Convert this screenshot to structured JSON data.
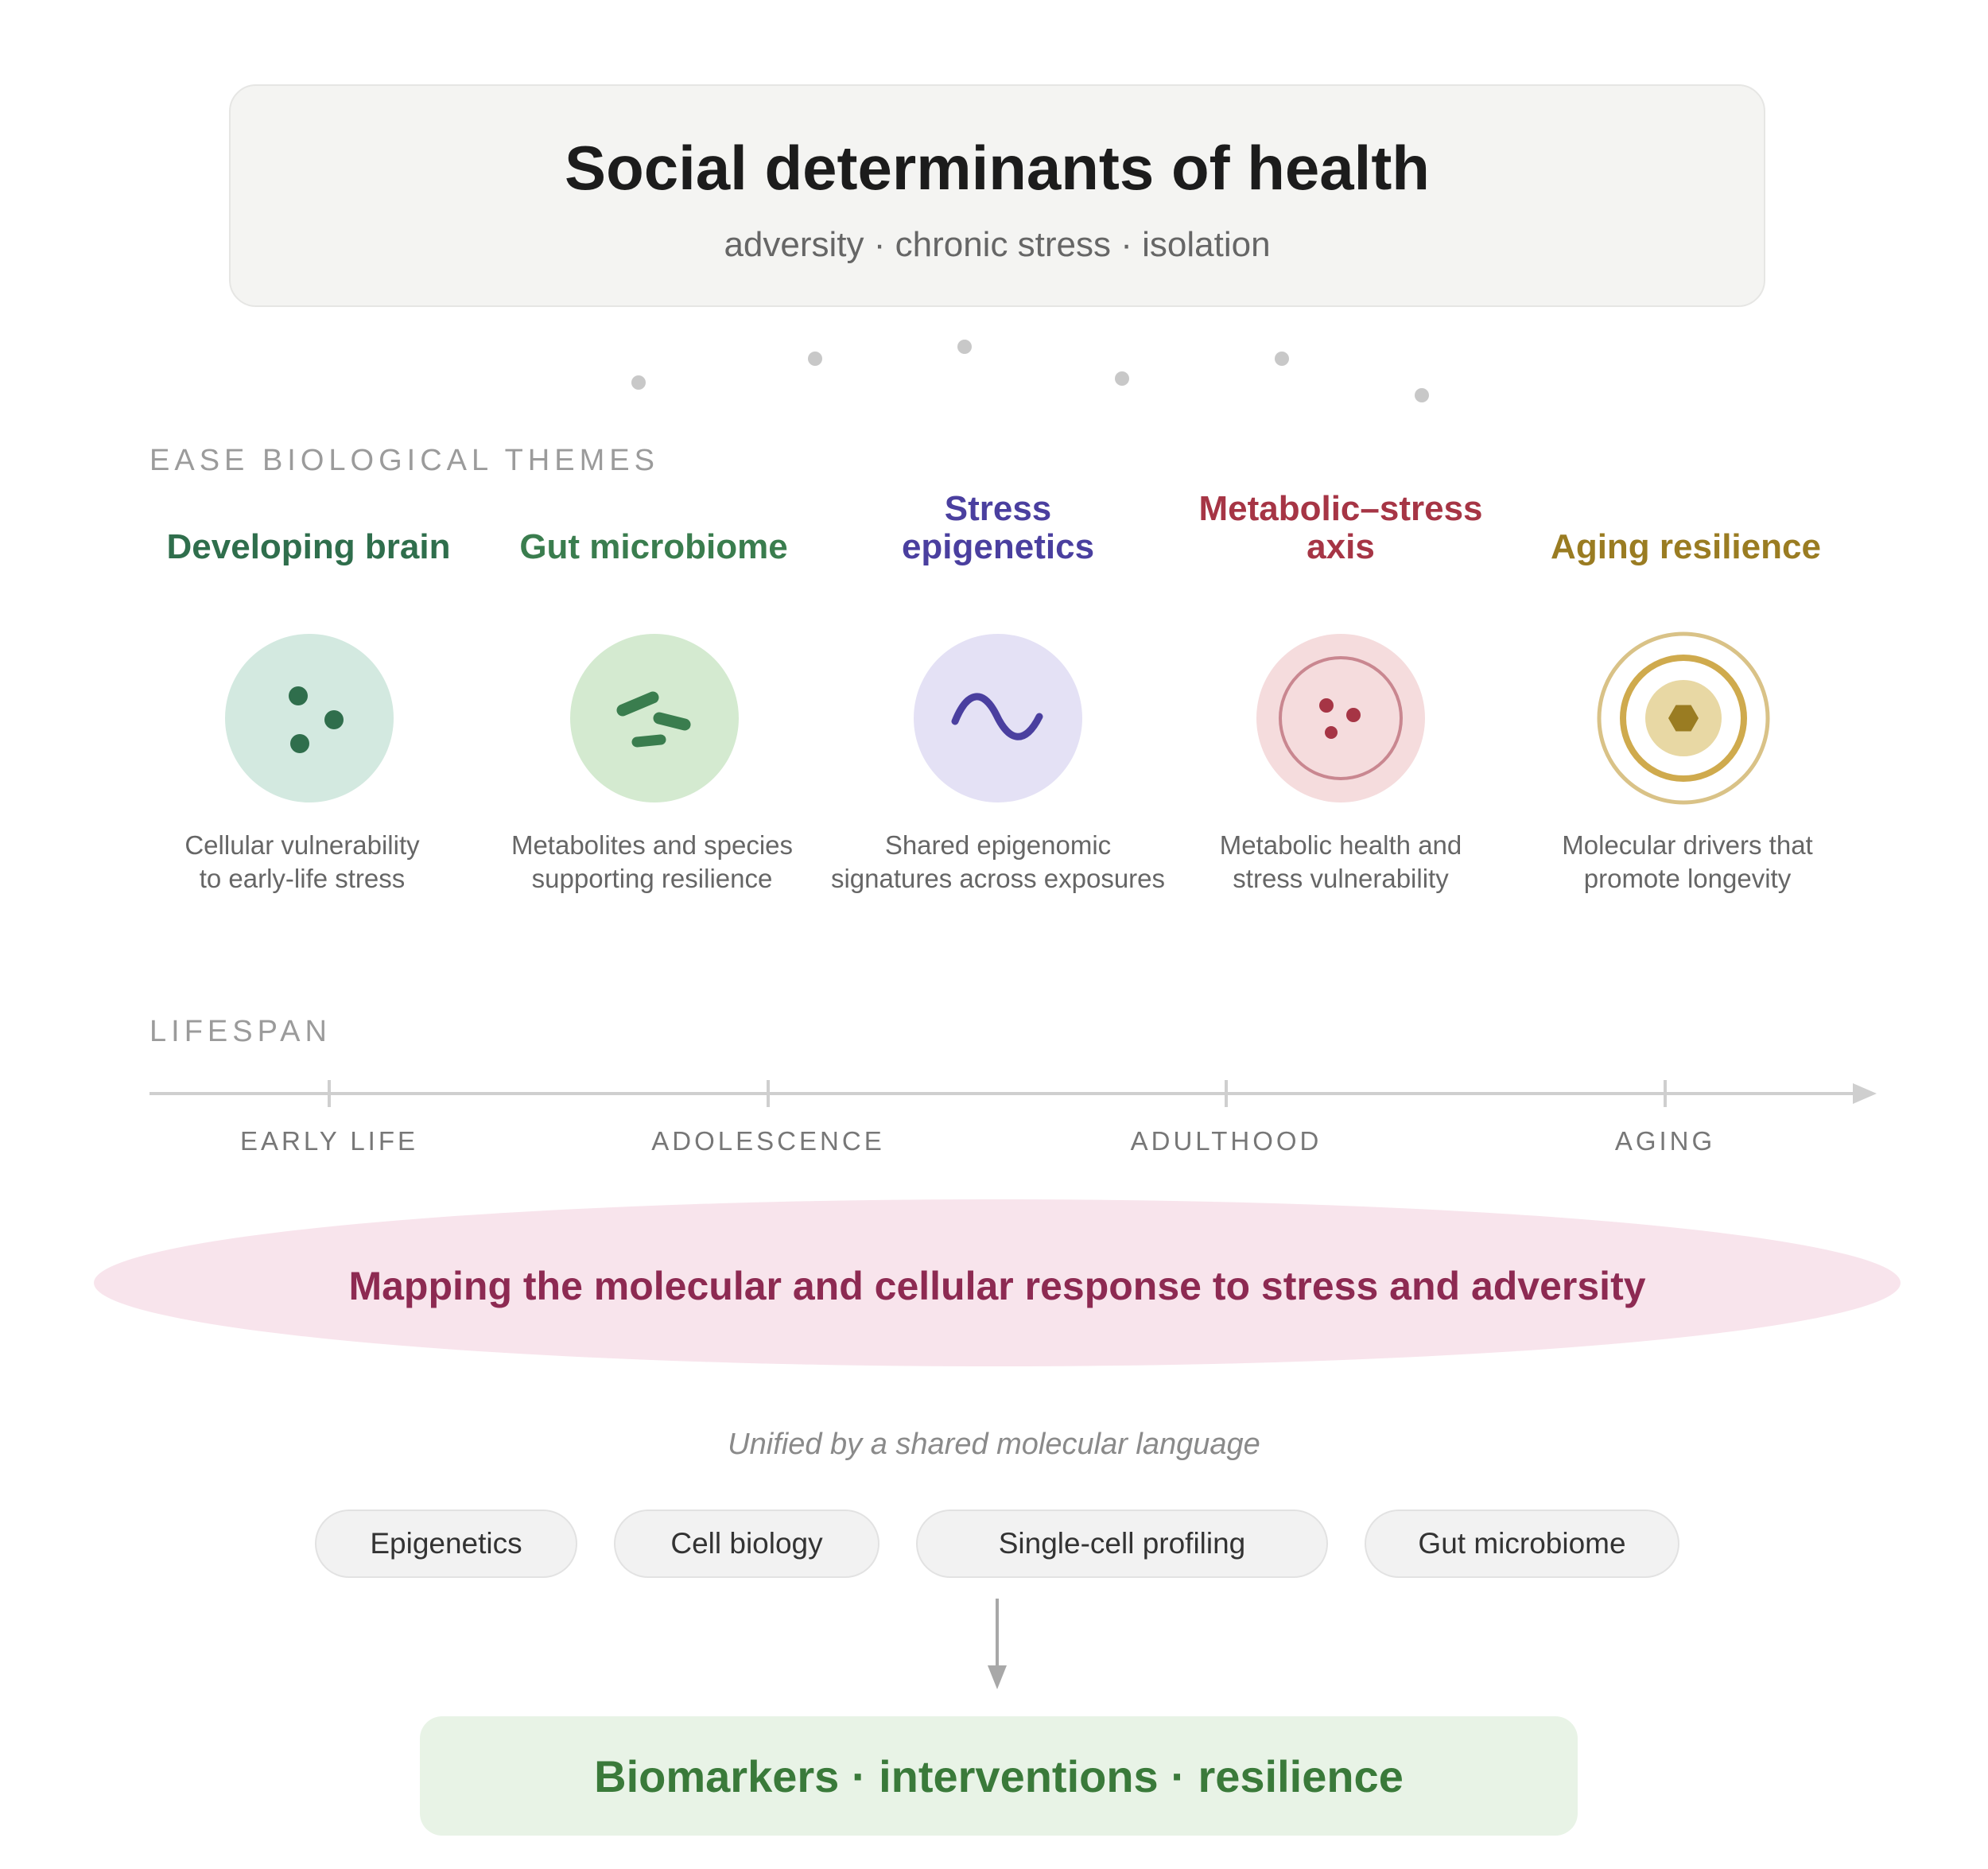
{
  "header": {
    "title": "Social determinants of health",
    "subtitle": "adversity · chronic stress · isolation"
  },
  "themes_section": {
    "label": "EASE BIOLOGICAL THEMES",
    "themes": [
      {
        "title_lines": [
          "Developing brain"
        ],
        "description_lines": [
          "Cellular vulnerability",
          "to early-life stress"
        ],
        "icon": "cells-icon",
        "color": "#2f6e4c",
        "circle_color": "#d3e9e0"
      },
      {
        "title_lines": [
          "Gut microbiome"
        ],
        "description_lines": [
          "Metabolites and species",
          "supporting resilience"
        ],
        "icon": "bacteria-icon",
        "color": "#3a7d4e",
        "circle_color": "#d4ead0"
      },
      {
        "title_lines": [
          "Stress",
          "epigenetics"
        ],
        "description_lines": [
          "Shared epigenomic",
          "signatures across exposures"
        ],
        "icon": "wave-icon",
        "color": "#4a3f9f",
        "circle_color": "#e4e1f5"
      },
      {
        "title_lines": [
          "Metabolic–stress",
          "axis"
        ],
        "description_lines": [
          "Metabolic health and",
          "stress vulnerability"
        ],
        "icon": "cell-icon",
        "color": "#a63545",
        "circle_color": "#f5dcdd"
      },
      {
        "title_lines": [
          "Aging resilience"
        ],
        "description_lines": [
          "Molecular drivers that",
          "promote longevity"
        ],
        "icon": "hexagon-target-icon",
        "color": "#9a7c22",
        "circle_color": "#e8d8a4"
      }
    ]
  },
  "lifespan": {
    "label": "LIFESPAN",
    "stages": [
      "EARLY LIFE",
      "ADOLESCENCE",
      "ADULTHOOD",
      "AGING"
    ]
  },
  "mapping": {
    "text": "Mapping the molecular and cellular response to stress and adversity"
  },
  "unified": {
    "text": "Unified by a shared molecular language",
    "pills": [
      "Epigenetics",
      "Cell biology",
      "Single-cell profiling",
      "Gut microbiome"
    ]
  },
  "outcome": {
    "text": "Biomarkers · interventions · resilience"
  }
}
